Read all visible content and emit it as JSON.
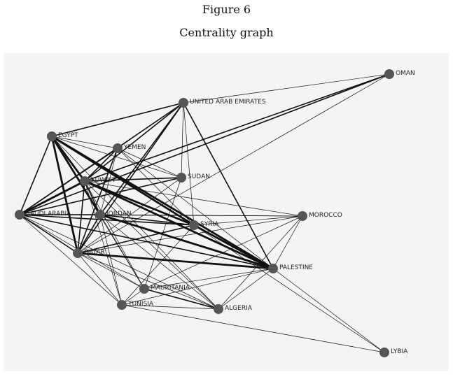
{
  "figure": {
    "number": "Figure 6",
    "caption": "Centrality graph"
  },
  "colors": {
    "background": "#f4f4f4",
    "node": "#555555",
    "edge": "#111111",
    "label": "#222222"
  },
  "chart_data": {
    "type": "network",
    "title": "Centrality graph",
    "nodes": [
      {
        "id": "OMAN",
        "label": "OMAN"
      },
      {
        "id": "UAE",
        "label": "UNITED ARAB EMIRATES"
      },
      {
        "id": "EGYPT",
        "label": "EGYPT"
      },
      {
        "id": "YEMEN",
        "label": "YEMEN"
      },
      {
        "id": "SUDAN",
        "label": "SUDAN"
      },
      {
        "id": "KUWAIT",
        "label": "KUWAIT"
      },
      {
        "id": "SAUDI",
        "label": "SAUDI ARABIA"
      },
      {
        "id": "JORDAN",
        "label": "JORDAN"
      },
      {
        "id": "SYRIA",
        "label": "SYRIA"
      },
      {
        "id": "MOROCCO",
        "label": "MOROCCO"
      },
      {
        "id": "QATAR",
        "label": "QATAR"
      },
      {
        "id": "PALESTINE",
        "label": "PALESTINE"
      },
      {
        "id": "MAURITANIA",
        "label": "MAURITANIA"
      },
      {
        "id": "TUNISIA",
        "label": "TUNISIA"
      },
      {
        "id": "ALGERIA",
        "label": "ALGERIA"
      },
      {
        "id": "LYBIA",
        "label": "LYBIA"
      }
    ],
    "edges": [
      {
        "source": "OMAN",
        "target": "UAE",
        "weight": 1
      },
      {
        "source": "OMAN",
        "target": "KUWAIT",
        "weight": 2
      },
      {
        "source": "OMAN",
        "target": "SAUDI",
        "weight": 2
      },
      {
        "source": "OMAN",
        "target": "QATAR",
        "weight": 1
      },
      {
        "source": "UAE",
        "target": "EGYPT",
        "weight": 2
      },
      {
        "source": "UAE",
        "target": "YEMEN",
        "weight": 1
      },
      {
        "source": "UAE",
        "target": "KUWAIT",
        "weight": 2
      },
      {
        "source": "UAE",
        "target": "SAUDI",
        "weight": 2
      },
      {
        "source": "UAE",
        "target": "JORDAN",
        "weight": 2
      },
      {
        "source": "UAE",
        "target": "QATAR",
        "weight": 2
      },
      {
        "source": "UAE",
        "target": "SUDAN",
        "weight": 1
      },
      {
        "source": "UAE",
        "target": "PALESTINE",
        "weight": 2
      },
      {
        "source": "UAE",
        "target": "SYRIA",
        "weight": 1
      },
      {
        "source": "EGYPT",
        "target": "YEMEN",
        "weight": 1
      },
      {
        "source": "EGYPT",
        "target": "KUWAIT",
        "weight": 3
      },
      {
        "source": "EGYPT",
        "target": "SAUDI",
        "weight": 2
      },
      {
        "source": "EGYPT",
        "target": "JORDAN",
        "weight": 3
      },
      {
        "source": "EGYPT",
        "target": "QATAR",
        "weight": 3
      },
      {
        "source": "EGYPT",
        "target": "SYRIA",
        "weight": 3
      },
      {
        "source": "EGYPT",
        "target": "PALESTINE",
        "weight": 3
      },
      {
        "source": "EGYPT",
        "target": "SUDAN",
        "weight": 1
      },
      {
        "source": "EGYPT",
        "target": "MAURITANIA",
        "weight": 1
      },
      {
        "source": "EGYPT",
        "target": "ALGERIA",
        "weight": 1
      },
      {
        "source": "YEMEN",
        "target": "KUWAIT",
        "weight": 2
      },
      {
        "source": "YEMEN",
        "target": "SAUDI",
        "weight": 2
      },
      {
        "source": "YEMEN",
        "target": "JORDAN",
        "weight": 1
      },
      {
        "source": "YEMEN",
        "target": "QATAR",
        "weight": 2
      },
      {
        "source": "YEMEN",
        "target": "SUDAN",
        "weight": 1
      },
      {
        "source": "YEMEN",
        "target": "SYRIA",
        "weight": 1
      },
      {
        "source": "YEMEN",
        "target": "PALESTINE",
        "weight": 1
      },
      {
        "source": "SUDAN",
        "target": "KUWAIT",
        "weight": 2
      },
      {
        "source": "SUDAN",
        "target": "SAUDI",
        "weight": 2
      },
      {
        "source": "SUDAN",
        "target": "QATAR",
        "weight": 1
      },
      {
        "source": "SUDAN",
        "target": "MAURITANIA",
        "weight": 1
      },
      {
        "source": "KUWAIT",
        "target": "SAUDI",
        "weight": 3
      },
      {
        "source": "KUWAIT",
        "target": "JORDAN",
        "weight": 2
      },
      {
        "source": "KUWAIT",
        "target": "QATAR",
        "weight": 2
      },
      {
        "source": "KUWAIT",
        "target": "SYRIA",
        "weight": 3
      },
      {
        "source": "KUWAIT",
        "target": "PALESTINE",
        "weight": 3
      },
      {
        "source": "KUWAIT",
        "target": "MOROCCO",
        "weight": 1
      },
      {
        "source": "KUWAIT",
        "target": "MAURITANIA",
        "weight": 1
      },
      {
        "source": "KUWAIT",
        "target": "TUNISIA",
        "weight": 1
      },
      {
        "source": "KUWAIT",
        "target": "ALGERIA",
        "weight": 1
      },
      {
        "source": "SAUDI",
        "target": "JORDAN",
        "weight": 2
      },
      {
        "source": "SAUDI",
        "target": "QATAR",
        "weight": 2
      },
      {
        "source": "SAUDI",
        "target": "SYRIA",
        "weight": 2
      },
      {
        "source": "SAUDI",
        "target": "PALESTINE",
        "weight": 2
      },
      {
        "source": "SAUDI",
        "target": "MOROCCO",
        "weight": 1
      },
      {
        "source": "SAUDI",
        "target": "MAURITANIA",
        "weight": 1
      },
      {
        "source": "SAUDI",
        "target": "TUNISIA",
        "weight": 1
      },
      {
        "source": "SAUDI",
        "target": "ALGERIA",
        "weight": 1
      },
      {
        "source": "JORDAN",
        "target": "QATAR",
        "weight": 2
      },
      {
        "source": "JORDAN",
        "target": "SYRIA",
        "weight": 2
      },
      {
        "source": "JORDAN",
        "target": "PALESTINE",
        "weight": 3
      },
      {
        "source": "JORDAN",
        "target": "MOROCCO",
        "weight": 1
      },
      {
        "source": "JORDAN",
        "target": "MAURITANIA",
        "weight": 1
      },
      {
        "source": "JORDAN",
        "target": "TUNISIA",
        "weight": 1
      },
      {
        "source": "JORDAN",
        "target": "ALGERIA",
        "weight": 1
      },
      {
        "source": "SYRIA",
        "target": "QATAR",
        "weight": 2
      },
      {
        "source": "SYRIA",
        "target": "PALESTINE",
        "weight": 3
      },
      {
        "source": "SYRIA",
        "target": "MOROCCO",
        "weight": 1
      },
      {
        "source": "SYRIA",
        "target": "TUNISIA",
        "weight": 1
      },
      {
        "source": "SYRIA",
        "target": "LYBIA",
        "weight": 1
      },
      {
        "source": "MOROCCO",
        "target": "QATAR",
        "weight": 1
      },
      {
        "source": "MOROCCO",
        "target": "PALESTINE",
        "weight": 1
      },
      {
        "source": "MOROCCO",
        "target": "ALGERIA",
        "weight": 1
      },
      {
        "source": "MOROCCO",
        "target": "MAURITANIA",
        "weight": 1
      },
      {
        "source": "QATAR",
        "target": "PALESTINE",
        "weight": 3
      },
      {
        "source": "QATAR",
        "target": "MAURITANIA",
        "weight": 1
      },
      {
        "source": "QATAR",
        "target": "TUNISIA",
        "weight": 1
      },
      {
        "source": "QATAR",
        "target": "ALGERIA",
        "weight": 1
      },
      {
        "source": "PALESTINE",
        "target": "MAURITANIA",
        "weight": 1
      },
      {
        "source": "PALESTINE",
        "target": "ALGERIA",
        "weight": 1
      },
      {
        "source": "PALESTINE",
        "target": "TUNISIA",
        "weight": 1
      },
      {
        "source": "PALESTINE",
        "target": "LYBIA",
        "weight": 1
      },
      {
        "source": "MAURITANIA",
        "target": "ALGERIA",
        "weight": 2
      },
      {
        "source": "MAURITANIA",
        "target": "TUNISIA",
        "weight": 1
      },
      {
        "source": "TUNISIA",
        "target": "ALGERIA",
        "weight": 1
      },
      {
        "source": "TUNISIA",
        "target": "LYBIA",
        "weight": 1
      }
    ]
  }
}
